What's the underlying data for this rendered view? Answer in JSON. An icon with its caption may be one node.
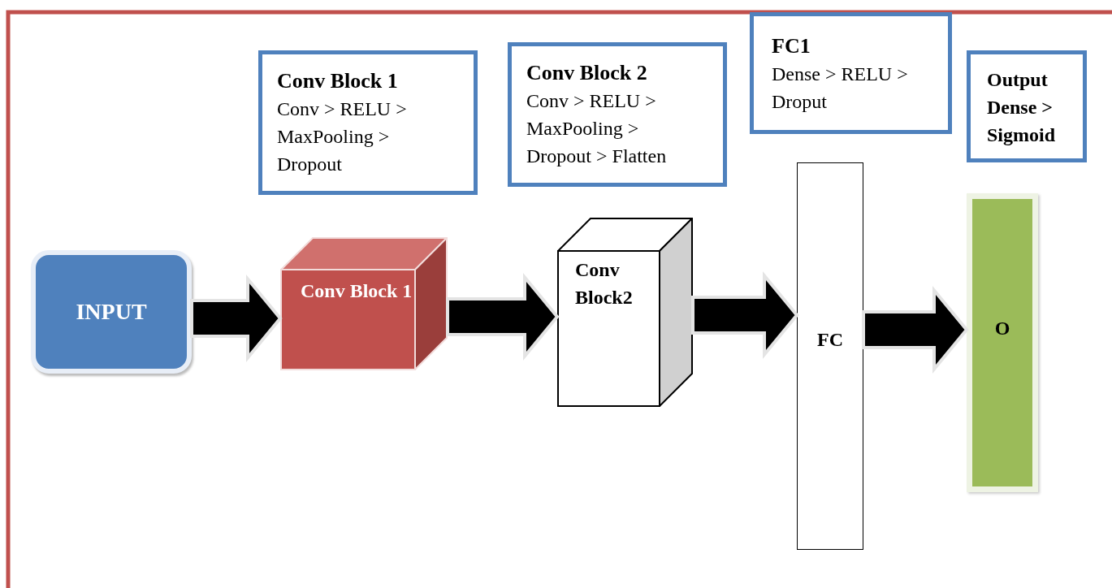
{
  "diagram": {
    "nodes": [
      {
        "text": [
          "Conv Block 1",
          "Conv > RELU > MaxPooling > Dropout"
        ]
      },
      {
        "text": [
          "Conv Block 2",
          "Conv > RELU > MaxPooling > Dropout > Flatten"
        ]
      },
      {
        "text": [
          "FC1",
          "Dense > RELU > Droput"
        ]
      },
      {
        "text": [
          "Output Dense > Sigmoid"
        ]
      },
      {
        "text": [
          "INPUT"
        ]
      },
      {
        "text": [
          "Conv Block 1"
        ]
      },
      {
        "text": [
          "Conv Block2"
        ]
      },
      {
        "text": [
          "FC"
        ]
      },
      {
        "text": [
          "O"
        ]
      }
    ],
    "edges": [
      {
        "from": 4,
        "to": 5,
        "arrow": "to",
        "style": "thick"
      },
      {
        "from": 5,
        "to": 6,
        "arrow": "to",
        "style": "thick"
      },
      {
        "from": 6,
        "to": 7,
        "arrow": "to",
        "style": "thick"
      },
      {
        "from": 7,
        "to": 8,
        "arrow": "to",
        "style": "thick"
      }
    ]
  }
}
